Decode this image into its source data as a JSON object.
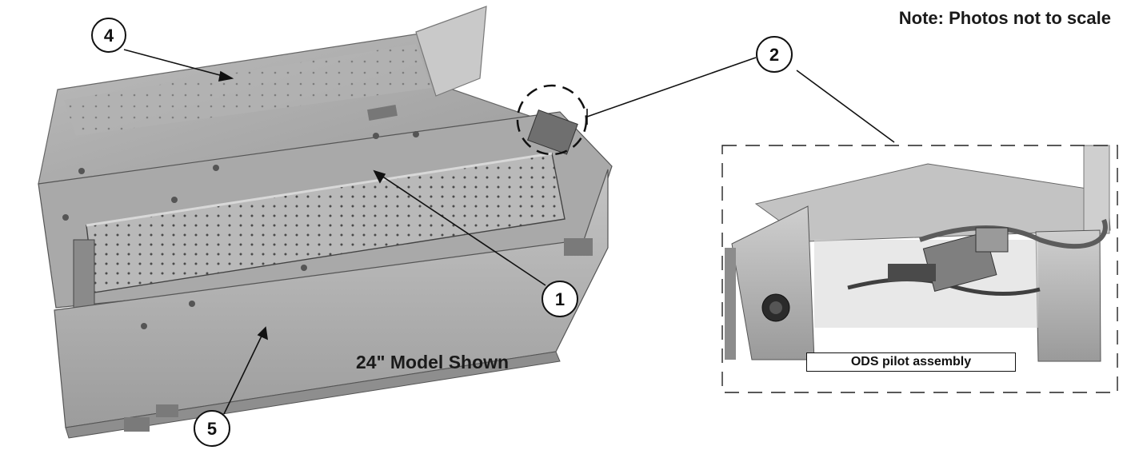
{
  "note": "Note: Photos not to scale",
  "model_label": "24\" Model Shown",
  "inset_caption": "ODS pilot assembly",
  "callouts": {
    "c1": "1",
    "c2": "2",
    "c4": "4",
    "c5": "5"
  }
}
